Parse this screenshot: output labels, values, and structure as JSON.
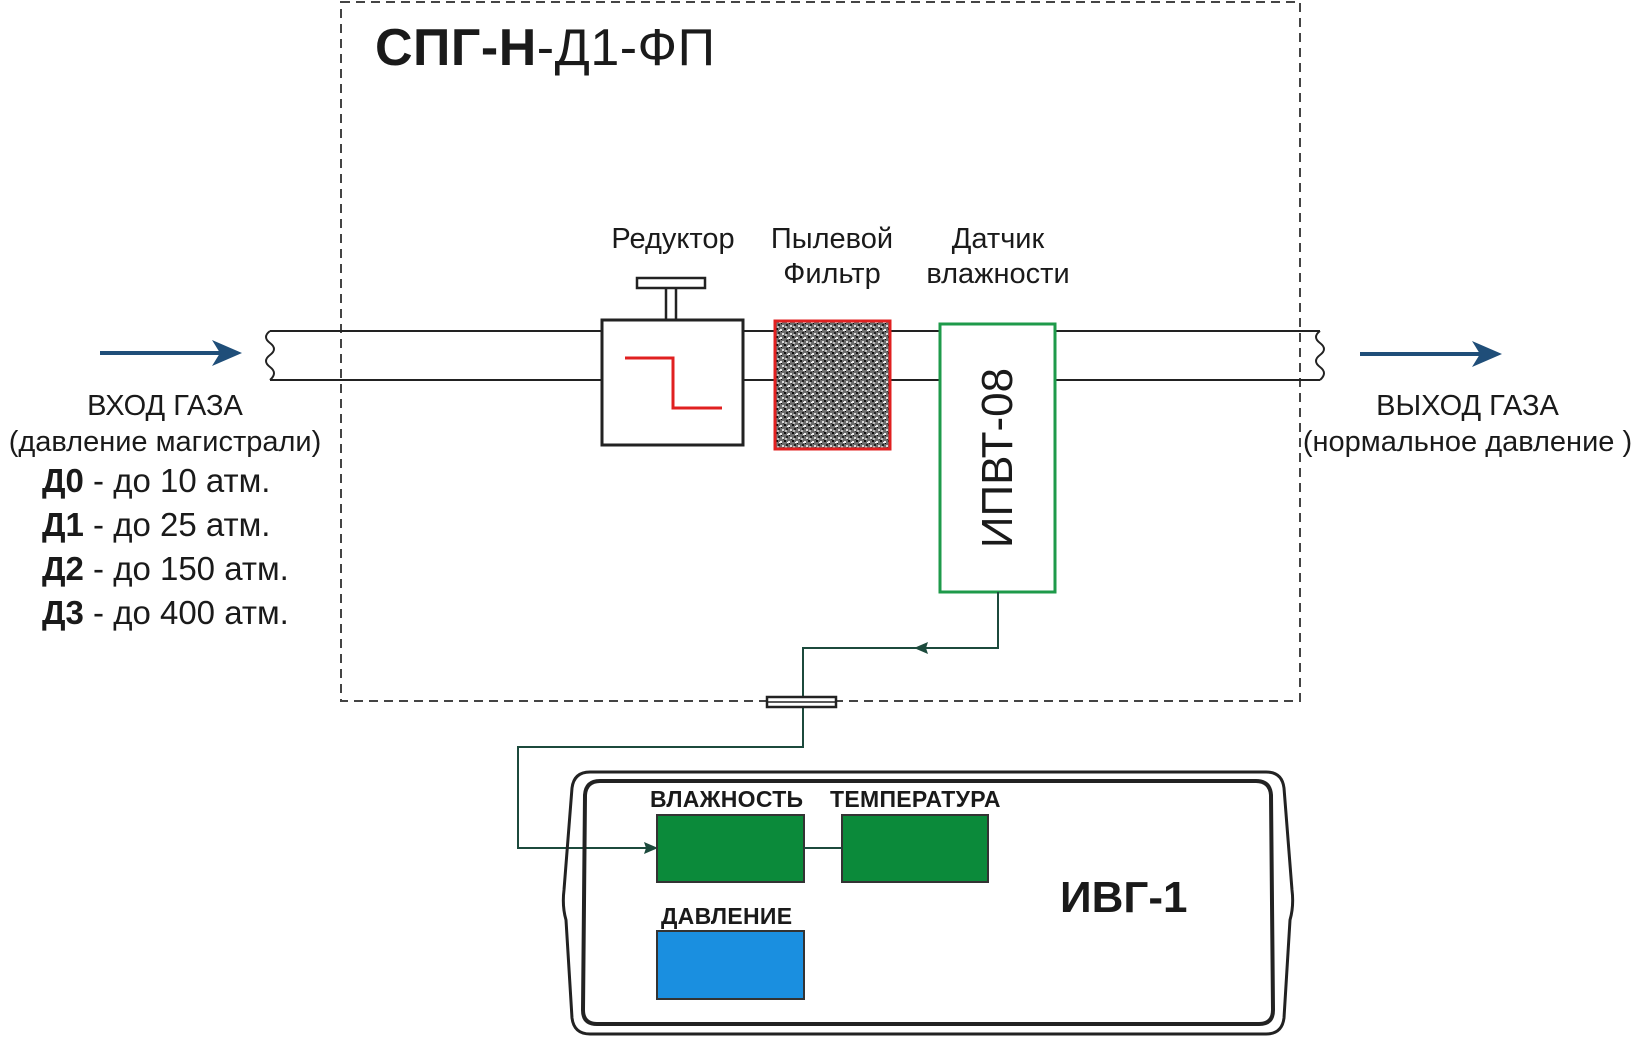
{
  "system": {
    "title_bold": "СПГ-Н",
    "title_rest": "-Д1-ФП"
  },
  "components": {
    "reducer_label": "Редуктор",
    "filter_label_line1": "Пылевой",
    "filter_label_line2": "Фильтр",
    "sensor_label_line1": "Датчик",
    "sensor_label_line2": "влажности",
    "sensor_name": "ИПВТ-08"
  },
  "inlet": {
    "line1": "ВХОД ГАЗА",
    "line2": "(давление магистрали)",
    "ranges": [
      {
        "code": "Д0",
        "text": " - до 10 атм."
      },
      {
        "code": "Д1",
        "text": " - до 25 атм."
      },
      {
        "code": "Д2",
        "text": " - до 150 атм."
      },
      {
        "code": "Д3",
        "text": " - до 400 атм."
      }
    ]
  },
  "outlet": {
    "line1": "ВЫХОД ГАЗА",
    "line2": "(нормальное давление )"
  },
  "device": {
    "name": "ИВГ-1",
    "humidity_label": "ВЛАЖНОСТЬ",
    "temperature_label": "ТЕМПЕРАТУРА",
    "pressure_label": "ДАВЛЕНИЕ"
  },
  "colors": {
    "arrow": "#1f4e79",
    "reducer_step": "#e02020",
    "filter_border": "#e02020",
    "sensor_border": "#1e9a4a",
    "display_green": "#0b8a3a",
    "display_blue": "#1a8fe0",
    "cable": "#1c4a3c"
  }
}
